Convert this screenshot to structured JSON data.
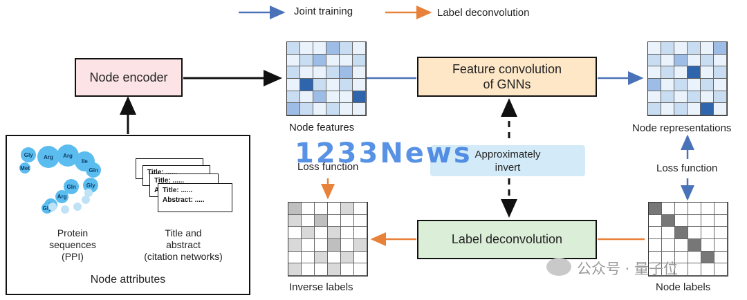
{
  "legend": {
    "joint": "Joint training",
    "label_deconv": "Label deconvolution"
  },
  "colors": {
    "blue_arrow": "#4a72b8",
    "orange_arrow": "#e8823a",
    "encoder_fill": "#fbe3e6",
    "feature_conv_fill": "#fde7c7",
    "label_deconv_fill": "#dbefd8",
    "approx_fill": "#d3eaf8"
  },
  "boxes": {
    "node_encoder": "Node encoder",
    "feature_conv_line1": "Feature convolution",
    "feature_conv_line2": "of GNNs",
    "label_deconv": "Label deconvolution",
    "approx_line1": "Approximately",
    "approx_line2": "invert"
  },
  "labels": {
    "node_features": "Node features",
    "node_representations": "Node representations",
    "loss_left": "Loss function",
    "loss_right": "Loss function",
    "inverse_labels": "Inverse labels",
    "node_labels": "Node labels"
  },
  "attributes": {
    "title": "Node  attributes",
    "protein_line1": "Protein",
    "protein_line2": "sequences",
    "protein_line3": "(PPI)",
    "paper_line1": "Title and",
    "paper_line2": "abstract",
    "paper_line3": "(citation networks)",
    "paper_title": "Title: ......",
    "paper_abstract": "Abstract: .....",
    "paper_abstract_short": "Abs",
    "beads": [
      "Arg",
      "Arg",
      "Gly",
      "Ile",
      "Gln",
      "Met",
      "Gly",
      "Gln",
      "Arg",
      "Gly",
      "Gly"
    ]
  },
  "watermark": {
    "main": "1233News",
    "source": "公众号 · 量子位"
  }
}
